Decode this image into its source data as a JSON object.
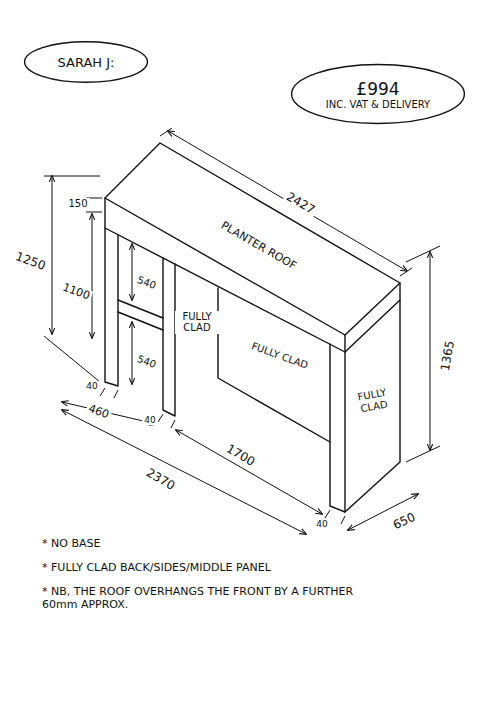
{
  "diagram": {
    "nodes": [
      {
        "text": [
          "SARAH J:"
        ]
      },
      {
        "text": [
          "£994",
          "INC. VAT & DELIVERY"
        ]
      }
    ],
    "labels": [
      "2427",
      "150",
      "1250",
      "1100",
      "540",
      "540",
      "PLANTER ROOF",
      "FULLY CLAD",
      "FULLY CLAD",
      "FULLY CLAD",
      "1365",
      "40",
      "460",
      "40",
      "1700",
      "2370",
      "40",
      "650",
      "* NO BASE",
      "* FULLY CLAD BACK/SIDES/MIDDLE PANEL",
      "* NB, THE ROOF OVERHANGS THE FRONT BY A FURTHER 60mm APPROX."
    ]
  }
}
